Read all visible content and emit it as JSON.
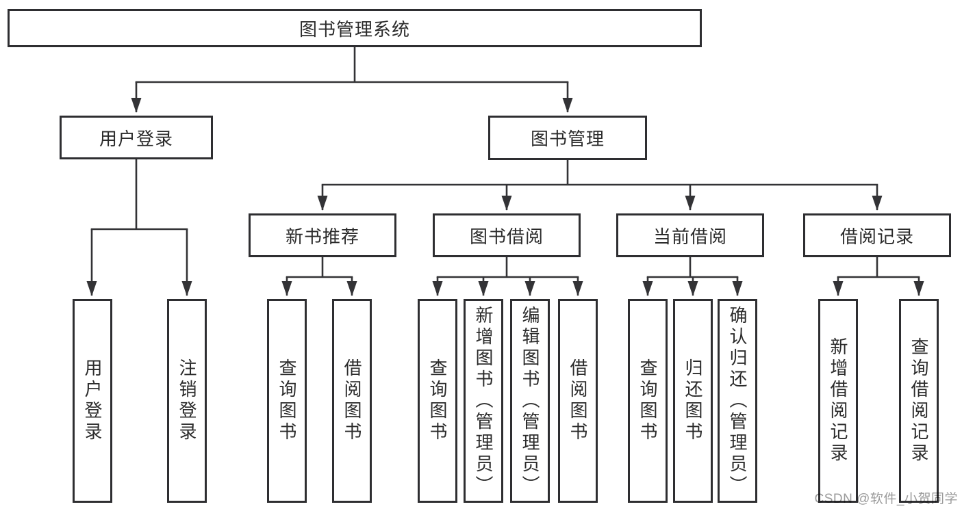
{
  "tree": {
    "label": "图书管理系统",
    "children": [
      {
        "label": "用户登录",
        "children": [
          {
            "label": "用户登录"
          },
          {
            "label": "注销登录"
          }
        ]
      },
      {
        "label": "图书管理",
        "children": [
          {
            "label": "新书推荐",
            "children": [
              {
                "label": "查询图书"
              },
              {
                "label": "借阅图书"
              }
            ]
          },
          {
            "label": "图书借阅",
            "children": [
              {
                "label": "查询图书"
              },
              {
                "label": "新增图书（管理员）"
              },
              {
                "label": "编辑图书（管理员）"
              },
              {
                "label": "借阅图书"
              }
            ]
          },
          {
            "label": "当前借阅",
            "children": [
              {
                "label": "查询图书"
              },
              {
                "label": "归还图书"
              },
              {
                "label": "确认归还（管理员）"
              }
            ]
          },
          {
            "label": "借阅记录",
            "children": [
              {
                "label": "新增借阅记录"
              },
              {
                "label": "查询借阅记录"
              }
            ]
          }
        ]
      }
    ]
  },
  "watermark": {
    "text": "CSDN @软件_小贺同学"
  },
  "colors": {
    "background": "#ffffff",
    "line": "#333336",
    "box_border": "#2e2e31",
    "box_fill": "#ffffff",
    "text": "#2b2b2b",
    "watermark": "#9b9b9b"
  }
}
